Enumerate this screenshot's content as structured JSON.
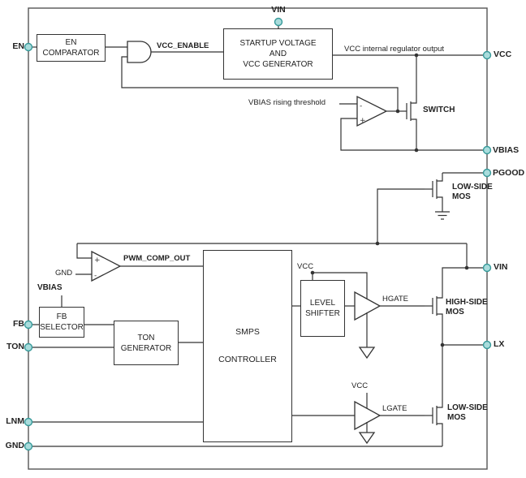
{
  "pins": {
    "left": [
      {
        "name": "EN"
      },
      {
        "name": "FB"
      },
      {
        "name": "TON"
      },
      {
        "name": "LNM"
      },
      {
        "name": "GND"
      }
    ],
    "right": [
      {
        "name": "VCC"
      },
      {
        "name": "VBIAS"
      },
      {
        "name": "PGOOD"
      },
      {
        "name": "VIN"
      },
      {
        "name": "LX"
      }
    ],
    "top": [
      {
        "name": "VIN"
      }
    ]
  },
  "blocks": {
    "en_comparator": "EN\nCOMPARATOR",
    "startup": "STARTUP VOLTAGE\nAND\nVCC GENERATOR",
    "fb_selector": "FB\nSELECTOR",
    "ton_generator": "TON\nGENERATOR",
    "smps_controller": "SMPS\n\nCONTROLLER",
    "level_shifter": "LEVEL\nSHIFTER"
  },
  "labels": {
    "vcc_enable": "VCC_ENABLE",
    "vcc_internal": "VCC internal regulator output",
    "vbias_rising": "VBIAS rising threshold",
    "switch": "SWITCH",
    "pgood_mos": "LOW-SIDE\nMOS",
    "gnd_comp": "GND",
    "pwm_comp_out": "PWM_COMP_OUT",
    "vbias_fb": "VBIAS",
    "vcc_level_shifter": "VCC",
    "hgate": "HGATE",
    "high_side_mos": "HIGH-SIDE\nMOS",
    "vcc_lgate": "VCC",
    "lgate": "LGATE",
    "low_side_mos": "LOW-SIDE\nMOS"
  },
  "glyphs": {
    "plus": "+",
    "minus": "-"
  },
  "colors": {
    "wire": "#333333",
    "pin_fill": "#a9dcdc",
    "pin_stroke": "#379a9a"
  }
}
